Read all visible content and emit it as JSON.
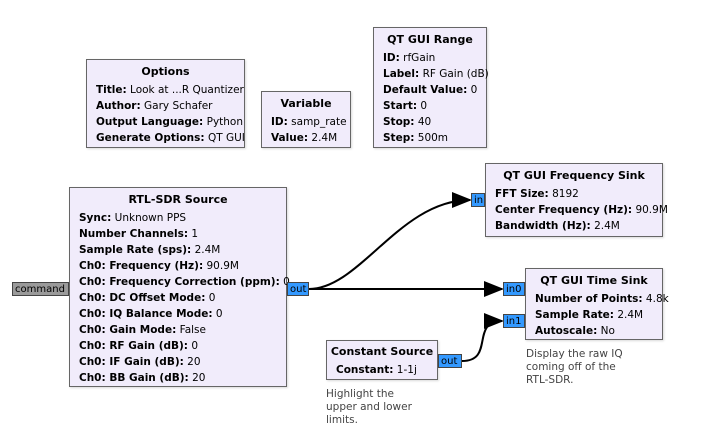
{
  "options": {
    "title": "Options",
    "rows": [
      {
        "label": "Title:",
        "value": "Look at ...R Quantizer"
      },
      {
        "label": "Author:",
        "value": "Gary Schafer"
      },
      {
        "label": "Output Language:",
        "value": "Python"
      },
      {
        "label": "Generate Options:",
        "value": "QT GUI"
      }
    ]
  },
  "variable": {
    "title": "Variable",
    "rows": [
      {
        "label": "ID:",
        "value": "samp_rate"
      },
      {
        "label": "Value:",
        "value": "2.4M"
      }
    ]
  },
  "range": {
    "title": "QT GUI Range",
    "rows": [
      {
        "label": "ID:",
        "value": "rfGain"
      },
      {
        "label": "Label:",
        "value": "RF Gain (dB)"
      },
      {
        "label": "Default Value:",
        "value": "0"
      },
      {
        "label": "Start:",
        "value": "0"
      },
      {
        "label": "Stop:",
        "value": "40"
      },
      {
        "label": "Step:",
        "value": "500m"
      }
    ]
  },
  "rtl": {
    "title": "RTL-SDR Source",
    "rows": [
      {
        "label": "Sync:",
        "value": "Unknown PPS",
        "label_bold": false
      },
      {
        "label": "Number Channels:",
        "value": "1"
      },
      {
        "label": "Sample Rate (sps):",
        "value": "2.4M"
      },
      {
        "label": "Ch0: Frequency (Hz):",
        "value": "90.9M"
      },
      {
        "label": "Ch0: Frequency Correction (ppm):",
        "value": "0"
      },
      {
        "label": "Ch0: DC Offset Mode:",
        "value": "0"
      },
      {
        "label": "Ch0: IQ Balance Mode:",
        "value": "0"
      },
      {
        "label": "Ch0: Gain Mode:",
        "value": "False"
      },
      {
        "label": "Ch0: RF Gain (dB):",
        "value": "0"
      },
      {
        "label": "Ch0: IF Gain (dB):",
        "value": "20"
      },
      {
        "label": "Ch0: BB Gain (dB):",
        "value": "20"
      }
    ],
    "in_port": "command",
    "out_port": "out"
  },
  "freq_sink": {
    "title": "QT GUI Frequency Sink",
    "rows": [
      {
        "label": "FFT Size:",
        "value": "8192"
      },
      {
        "label": "Center Frequency (Hz):",
        "value": "90.9M"
      },
      {
        "label": "Bandwidth (Hz):",
        "value": "2.4M"
      }
    ],
    "in_port": "in"
  },
  "time_sink": {
    "title": "QT GUI Time Sink",
    "rows": [
      {
        "label": "Number of Points:",
        "value": "4.8k"
      },
      {
        "label": "Sample Rate:",
        "value": "2.4M"
      },
      {
        "label": "Autoscale:",
        "value": "No"
      }
    ],
    "in_ports": [
      "in0",
      "in1"
    ],
    "comment": [
      "Display the raw IQ",
      "coming off of the",
      "RTL-SDR."
    ]
  },
  "constant": {
    "title": "Constant Source",
    "rows": [
      {
        "label": "Constant:",
        "value": "1-1j"
      }
    ],
    "out_port": "out",
    "comment": [
      "Highlight the",
      "upper and lower",
      "limits."
    ]
  },
  "colors": {
    "block_fill": "#f1ecfb",
    "port_blue": "#3399ff",
    "port_grey": "#9a9a9a"
  }
}
